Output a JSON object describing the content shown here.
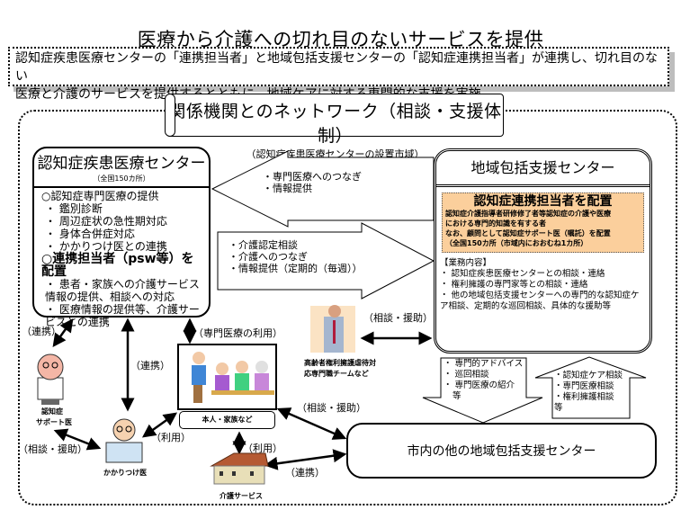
{
  "title": "医療から介護への切れ目のないサービスを提供",
  "summary": {
    "line1": "認知症疾患医療センターの「連携担当者」と地域包括支援センターの「認知症連携担当者」が連携し、切れ目のない",
    "line2": "医療と介護のサービスを提供するとともに、地域ケアに対する専門的な支援を実施"
  },
  "network_banner": {
    "title": "関係機関とのネットワーク（相談・支援体制）",
    "subtitle": "（認知症疾患医療センターの設置市域）"
  },
  "dementia_medical_center": {
    "title": "認知症疾患医療センター",
    "count": "（全国150カ所）",
    "section1": "○認知症専門医療の提供",
    "section1_items": [
      "・ 鑑別診断",
      "・ 周辺症状の急性期対応",
      "・ 身体合併症対応",
      "・ かかりつけ医との連携"
    ],
    "section2": "○連携担当者（psw等）を配置",
    "section2_items": [
      "・ 患者・家族への介護サービス情報の提供、相談への対応",
      "・ 医療情報の提供等、介護サービスとの連携"
    ]
  },
  "community_center": {
    "title": "地域包括支援センター",
    "assign_title": "認知症連携担当者を配置",
    "assign_lines": [
      "認知症介護指導者研修修了者等認知症の介護や医療",
      "における専門的知識を有する者",
      "なお、顧問として認知症サポート医（嘱託）を配置",
      "（全国150カ所（市域内におおむね1カ所）"
    ],
    "tasks_title": "【業務内容】",
    "tasks": [
      "・ 認知症疾患医療センターとの相談・連絡",
      "・ 権利擁護の専門家等との相談・連絡",
      "・ 他の地域包括支援センターへの専門的な認知症ケア相談、定期的な巡回相談、具体的な援助等"
    ]
  },
  "arrow_to_medical": [
    "・専門医療へのつなぎ",
    "・情報提供"
  ],
  "arrow_to_community": [
    "・介護認定相談",
    "・介護へのつなぎ",
    "・情報提供（定期的（毎週））"
  ],
  "arrow_down": [
    "・ 専門的アドバイス",
    "・ 巡回相談",
    "・ 専門医療の紹介",
    "等"
  ],
  "arrow_up": [
    "・認知症ケア相談",
    "・専門医療相談",
    "・権利擁護相談",
    "等"
  ],
  "other_centers": "市内の他の地域包括支援センター",
  "actors": {
    "support_doctor": [
      "認知症",
      "サポート医"
    ],
    "family_doctor": "かかりつけ医",
    "family": "本人・家族など",
    "care_service": "介護サービス",
    "rights_team": [
      "高齢者権利擁護虐待対",
      "応専門職チームなど"
    ]
  },
  "relations": {
    "cooperation": "（連携）",
    "consult_support": "（相談・援助）",
    "use": "（利用）",
    "specialist_use": "（専門医療の利用）"
  },
  "colors": {
    "orange_box": "#fbcf9c",
    "shadow": "#bdbdbd"
  }
}
